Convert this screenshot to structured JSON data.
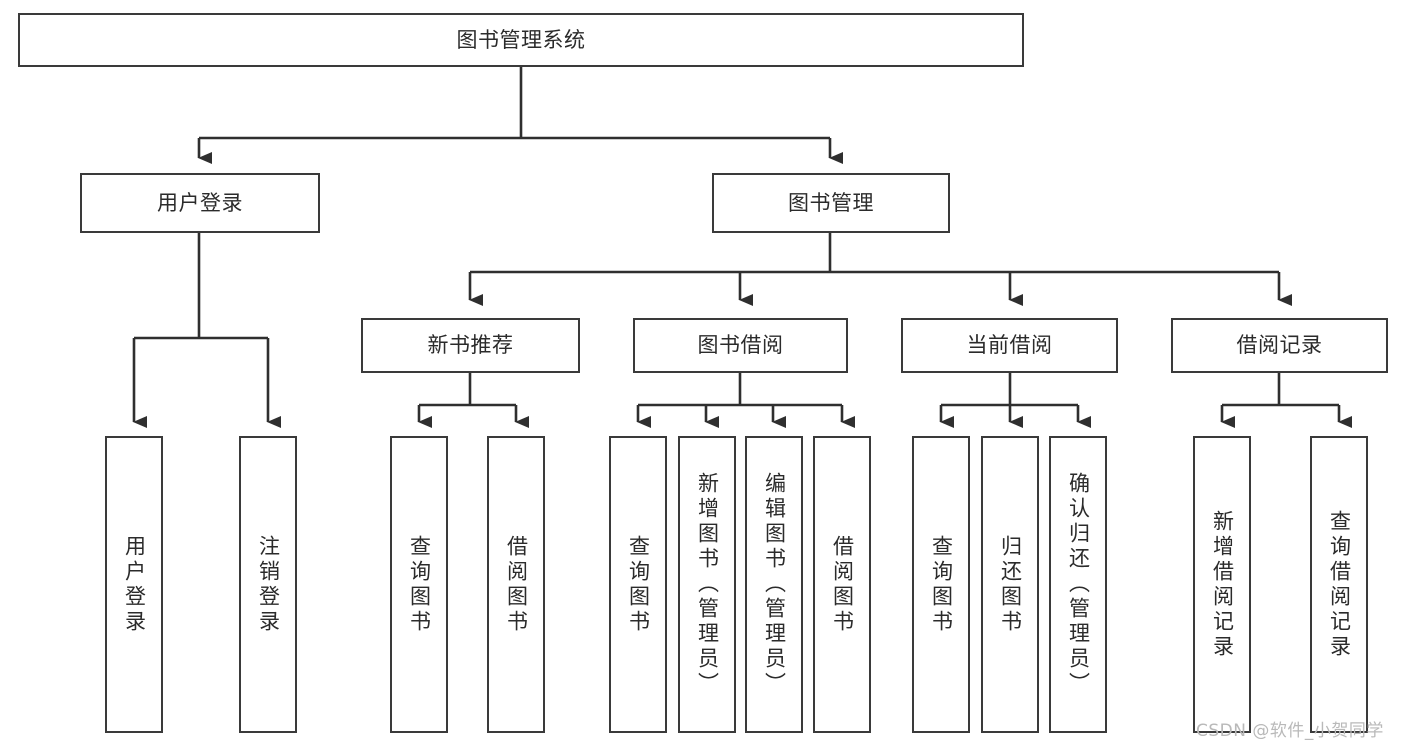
{
  "diagram": {
    "type": "tree-hierarchy-chart",
    "title": "图书管理系统",
    "root": {
      "id": "root",
      "label": "图书管理系统"
    },
    "level2": [
      {
        "id": "user-login",
        "label": "用户登录"
      },
      {
        "id": "book-management",
        "label": "图书管理"
      }
    ],
    "level3": [
      {
        "id": "new-book-recommend",
        "label": "新书推荐",
        "parent": "book-management"
      },
      {
        "id": "book-borrow",
        "label": "图书借阅",
        "parent": "book-management"
      },
      {
        "id": "current-borrow",
        "label": "当前借阅",
        "parent": "book-management"
      },
      {
        "id": "borrow-record",
        "label": "借阅记录",
        "parent": "book-management"
      }
    ],
    "leaves": [
      {
        "id": "leaf-user-login",
        "label": "用户登录",
        "parent": "user-login"
      },
      {
        "id": "leaf-logout-login",
        "label": "注销登录",
        "parent": "user-login"
      },
      {
        "id": "leaf-query-book-1",
        "label": "查询图书",
        "parent": "new-book-recommend"
      },
      {
        "id": "leaf-borrow-book-1",
        "label": "借阅图书",
        "parent": "new-book-recommend"
      },
      {
        "id": "leaf-query-book-2",
        "label": "查询图书",
        "parent": "book-borrow"
      },
      {
        "id": "leaf-add-book",
        "label": "新增图书（管理员）",
        "parent": "book-borrow"
      },
      {
        "id": "leaf-edit-book",
        "label": "编辑图书（管理员）",
        "parent": "book-borrow"
      },
      {
        "id": "leaf-borrow-book-2",
        "label": "借阅图书",
        "parent": "book-borrow"
      },
      {
        "id": "leaf-query-book-3",
        "label": "查询图书",
        "parent": "current-borrow"
      },
      {
        "id": "leaf-return-book",
        "label": "归还图书",
        "parent": "current-borrow"
      },
      {
        "id": "leaf-confirm-return",
        "label": "确认归还（管理员）",
        "parent": "current-borrow"
      },
      {
        "id": "leaf-add-borrow-record",
        "label": "新增借阅记录",
        "parent": "borrow-record"
      },
      {
        "id": "leaf-query-borrow-record",
        "label": "查询借阅记录",
        "parent": "borrow-record"
      }
    ],
    "colors": {
      "box_stroke": "#3a3a3a",
      "box_fill": "#ffffff",
      "connector": "#2f2f2f",
      "text": "#2b2b2b",
      "watermark": "#b9b9b9"
    }
  },
  "watermark": {
    "text": "CSDN @软件_小贺同学"
  }
}
